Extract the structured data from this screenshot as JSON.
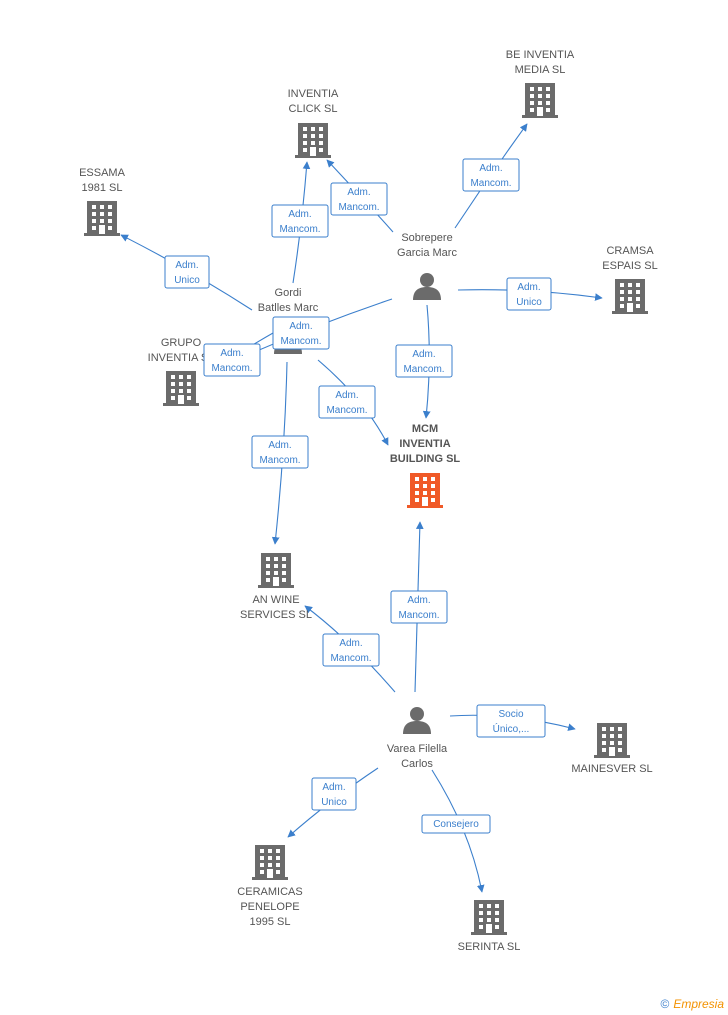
{
  "colors": {
    "edge": "#3b7fcc",
    "building": "#6b6b6b",
    "focus": "#f05a28",
    "person": "#6b6b6b"
  },
  "nodes": [
    {
      "id": "mcm",
      "type": "company",
      "focus": true,
      "lines": [
        "MCM",
        "INVENTIA",
        "BUILDING SL"
      ]
    },
    {
      "id": "be_inventia",
      "type": "company",
      "lines": [
        "BE INVENTIA",
        "MEDIA SL"
      ]
    },
    {
      "id": "inventia_click",
      "type": "company",
      "lines": [
        "INVENTIA",
        "CLICK SL"
      ]
    },
    {
      "id": "essama",
      "type": "company",
      "lines": [
        "ESSAMA",
        "1981 SL"
      ]
    },
    {
      "id": "cramsa",
      "type": "company",
      "lines": [
        "CRAMSA",
        "ESPAIS SL"
      ]
    },
    {
      "id": "grupo",
      "type": "company",
      "lines": [
        "GRUPO",
        "INVENTIA SL"
      ]
    },
    {
      "id": "anwine",
      "type": "company",
      "lines": [
        "AN WINE",
        "SERVICES SL"
      ]
    },
    {
      "id": "mainesver",
      "type": "company",
      "lines": [
        "MAINESVER SL"
      ]
    },
    {
      "id": "ceramicas",
      "type": "company",
      "lines": [
        "CERAMICAS",
        "PENELOPE",
        "1995 SL"
      ]
    },
    {
      "id": "serinta",
      "type": "company",
      "lines": [
        "SERINTA SL"
      ]
    },
    {
      "id": "sobrepere",
      "type": "person",
      "lines": [
        "Sobrepere",
        "Garcia Marc"
      ]
    },
    {
      "id": "gordi",
      "type": "person",
      "lines": [
        "Gordi",
        "Batlles Marc"
      ]
    },
    {
      "id": "varea",
      "type": "person",
      "lines": [
        "Varea Filella",
        "Carlos"
      ]
    }
  ],
  "edges": [
    {
      "from": "sobrepere",
      "to": "be_inventia",
      "label": [
        "Adm.",
        "Mancom."
      ]
    },
    {
      "from": "sobrepere",
      "to": "inventia_click",
      "label": [
        "Adm.",
        "Mancom."
      ]
    },
    {
      "from": "sobrepere",
      "to": "cramsa",
      "label": [
        "Adm.",
        "Unico"
      ]
    },
    {
      "from": "sobrepere",
      "to": "mcm",
      "label": [
        "Adm.",
        "Mancom."
      ]
    },
    {
      "from": "sobrepere",
      "to": "grupo",
      "label": [
        "Adm.",
        "Mancom."
      ]
    },
    {
      "from": "gordi",
      "to": "inventia_click",
      "label": [
        "Adm.",
        "Mancom."
      ]
    },
    {
      "from": "gordi",
      "to": "essama",
      "label": [
        "Adm.",
        "Unico"
      ]
    },
    {
      "from": "gordi",
      "to": "grupo",
      "label": [
        "Adm.",
        "Mancom."
      ]
    },
    {
      "from": "gordi",
      "to": "mcm",
      "label": [
        "Adm.",
        "Mancom."
      ]
    },
    {
      "from": "gordi",
      "to": "anwine",
      "label": [
        "Adm.",
        "Mancom."
      ]
    },
    {
      "from": "varea",
      "to": "mcm",
      "label": [
        "Adm.",
        "Mancom."
      ]
    },
    {
      "from": "varea",
      "to": "anwine",
      "label": [
        "Adm.",
        "Mancom."
      ]
    },
    {
      "from": "varea",
      "to": "mainesver",
      "label": [
        "Socio",
        "Único,..."
      ]
    },
    {
      "from": "varea",
      "to": "ceramicas",
      "label": [
        "Adm.",
        "Unico"
      ]
    },
    {
      "from": "varea",
      "to": "serinta",
      "label": [
        "Consejero"
      ]
    }
  ],
  "footer": {
    "copyright": "©",
    "brand": "Empresia"
  }
}
